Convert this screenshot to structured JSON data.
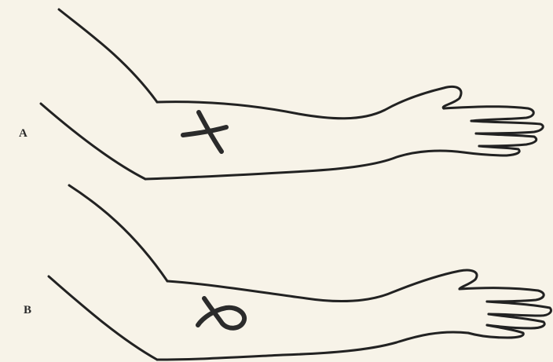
{
  "figure": {
    "panels": [
      {
        "id": "A",
        "label": "A",
        "mark": "cross-mark"
      },
      {
        "id": "B",
        "label": "B",
        "mark": "loop-mark"
      }
    ]
  }
}
